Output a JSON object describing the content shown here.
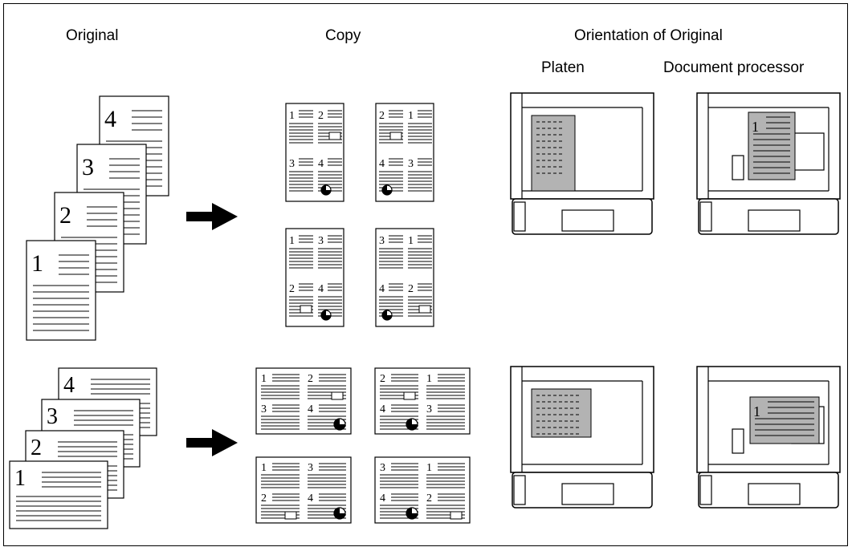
{
  "headers": {
    "original": "Original",
    "copy": "Copy",
    "orientation": "Orientation of Original",
    "platen": "Platen",
    "document_processor": "Document processor"
  },
  "original_page_numbers": [
    "1",
    "2",
    "3",
    "4"
  ],
  "copy_layouts": [
    [
      "1",
      "2",
      "3",
      "4"
    ],
    [
      "2",
      "1",
      "4",
      "3"
    ],
    [
      "1",
      "3",
      "2",
      "4"
    ],
    [
      "3",
      "1",
      "4",
      "2"
    ]
  ],
  "glass_page_number": "1",
  "colors": {
    "ink": "#000000",
    "paper": "#ffffff",
    "document_gray": "#b3b3b3"
  },
  "icons": [
    "arrow-right-icon",
    "copier-platen-icon",
    "copier-document-processor-icon"
  ]
}
